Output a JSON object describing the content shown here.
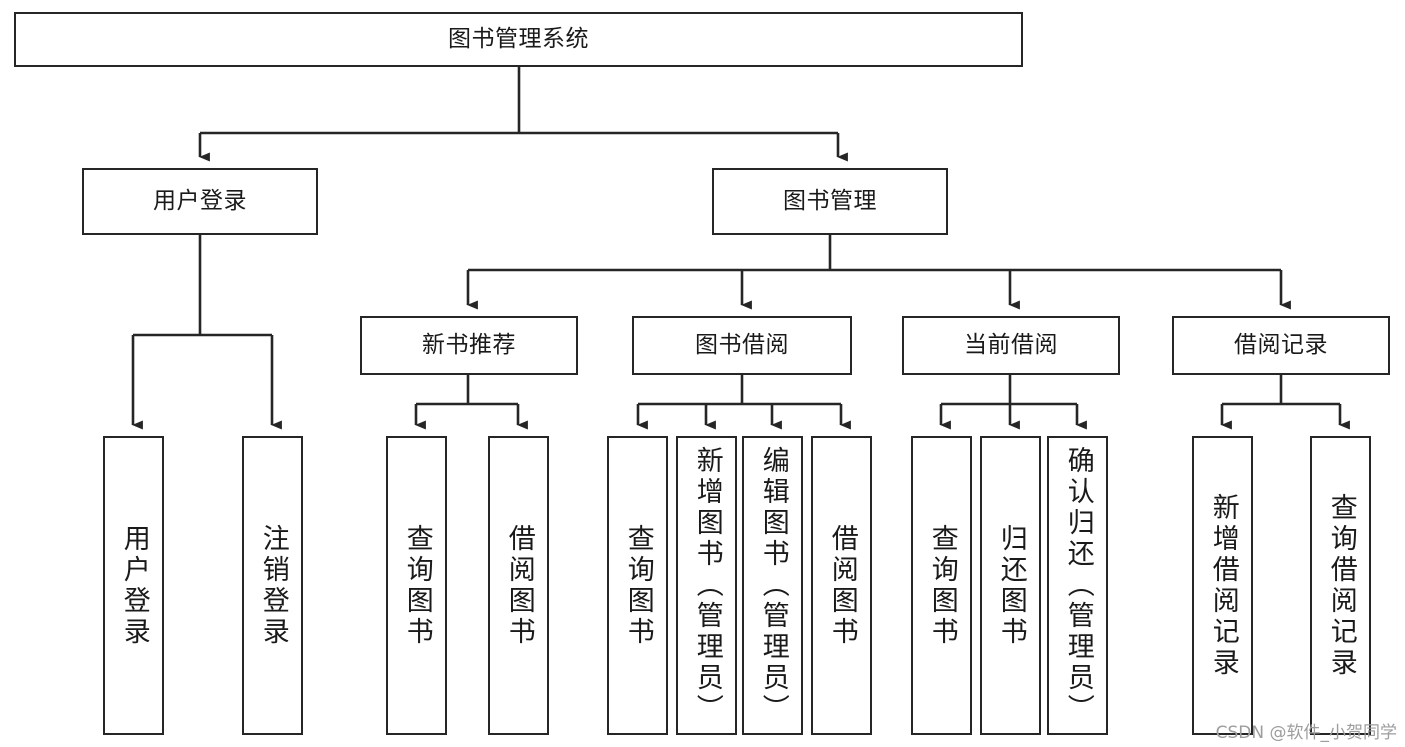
{
  "diagram": {
    "type": "tree-hierarchy-chart",
    "title": "图书管理系统",
    "watermark": "CSDN @软件_小贺同学",
    "colors": {
      "stroke": "#262626",
      "background": "#ffffff",
      "text": "#1a1a1a",
      "watermark": "#9d9d9d"
    },
    "nodes": {
      "root": {
        "label": "图书管理系统"
      },
      "level2": [
        {
          "id": "user-login",
          "label": "用户登录"
        },
        {
          "id": "book-manage",
          "label": "图书管理"
        }
      ],
      "level3": [
        {
          "id": "new-book-recommend",
          "label": "新书推荐"
        },
        {
          "id": "book-borrow",
          "label": "图书借阅"
        },
        {
          "id": "current-borrow",
          "label": "当前借阅"
        },
        {
          "id": "borrow-record",
          "label": "借阅记录"
        }
      ],
      "leaves": [
        {
          "id": "leaf-user-login",
          "label": "用户登录"
        },
        {
          "id": "leaf-logout-login",
          "label": "注销登录"
        },
        {
          "id": "leaf-query-book-1",
          "label": "查询图书"
        },
        {
          "id": "leaf-borrow-book-1",
          "label": "借阅图书"
        },
        {
          "id": "leaf-query-book-2",
          "label": "查询图书"
        },
        {
          "id": "leaf-add-book-admin",
          "label": "新增图书（管理员）"
        },
        {
          "id": "leaf-edit-book-admin",
          "label": "编辑图书（管理员）"
        },
        {
          "id": "leaf-borrow-book-2",
          "label": "借阅图书"
        },
        {
          "id": "leaf-query-book-3",
          "label": "查询图书"
        },
        {
          "id": "leaf-return-book",
          "label": "归还图书"
        },
        {
          "id": "leaf-confirm-return-admin",
          "label": "确认归还（管理员）"
        },
        {
          "id": "leaf-add-borrow-record",
          "label": "新增借阅记录"
        },
        {
          "id": "leaf-query-borrow-record",
          "label": "查询借阅记录"
        }
      ]
    }
  }
}
